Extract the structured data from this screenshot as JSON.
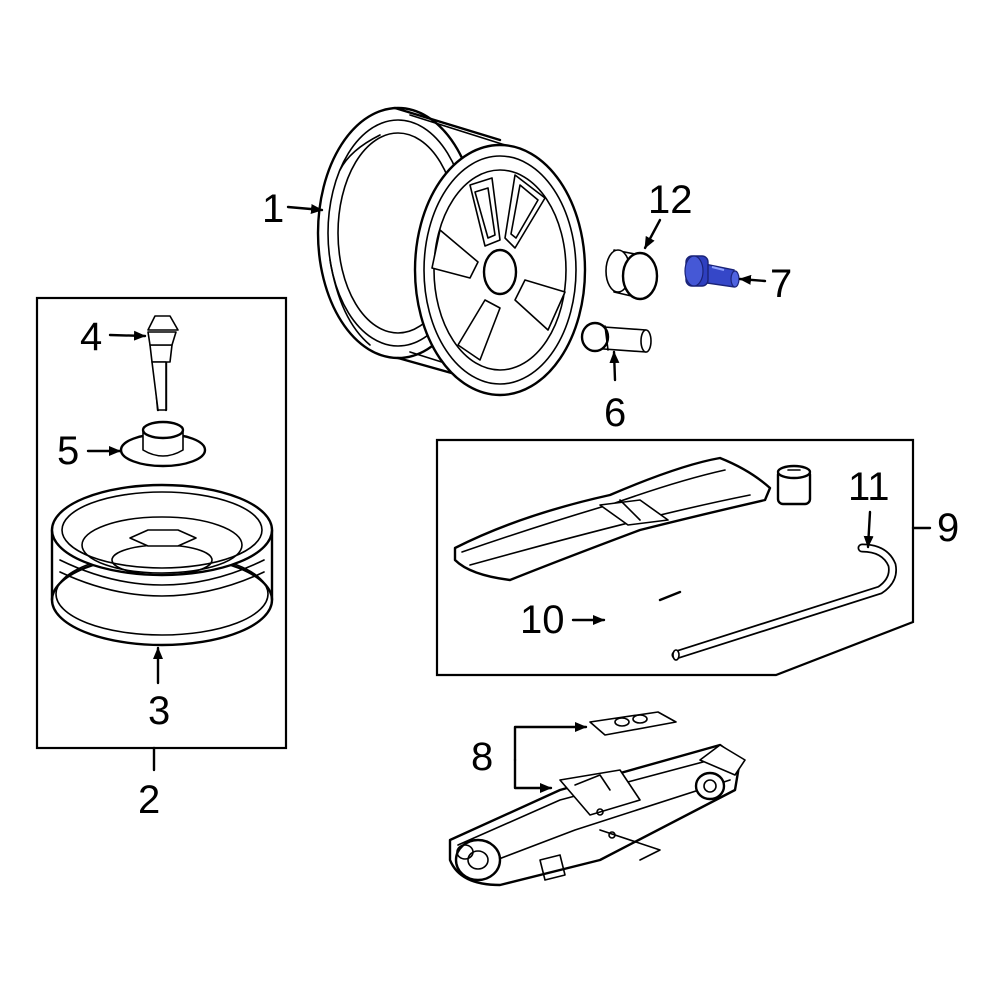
{
  "highlight_color": "#3547c8",
  "callouts": [
    {
      "id": "1",
      "label": "1"
    },
    {
      "id": "2",
      "label": "2"
    },
    {
      "id": "3",
      "label": "3"
    },
    {
      "id": "4",
      "label": "4"
    },
    {
      "id": "5",
      "label": "5"
    },
    {
      "id": "6",
      "label": "6"
    },
    {
      "id": "7",
      "label": "7"
    },
    {
      "id": "8",
      "label": "8"
    },
    {
      "id": "9",
      "label": "9"
    },
    {
      "id": "10",
      "label": "10"
    },
    {
      "id": "11",
      "label": "11"
    },
    {
      "id": "12",
      "label": "12"
    }
  ]
}
